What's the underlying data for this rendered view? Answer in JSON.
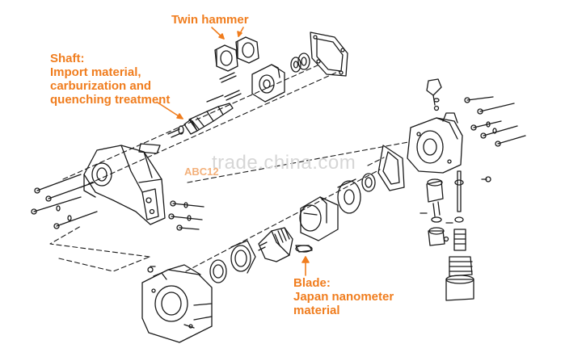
{
  "callouts": {
    "twin_hammer": "Twin hammer",
    "shaft": [
      "Shaft:",
      "Import material,",
      "carburization and",
      "quenching treatment"
    ],
    "blade": [
      "Blade:",
      "Japan nanometer",
      "material"
    ]
  },
  "watermark": "trade.china.com",
  "model_label": "ABC12",
  "colors": {
    "callout": "#f07d1e",
    "line": "#1a1a1a",
    "watermark": "#d6d6d6"
  }
}
